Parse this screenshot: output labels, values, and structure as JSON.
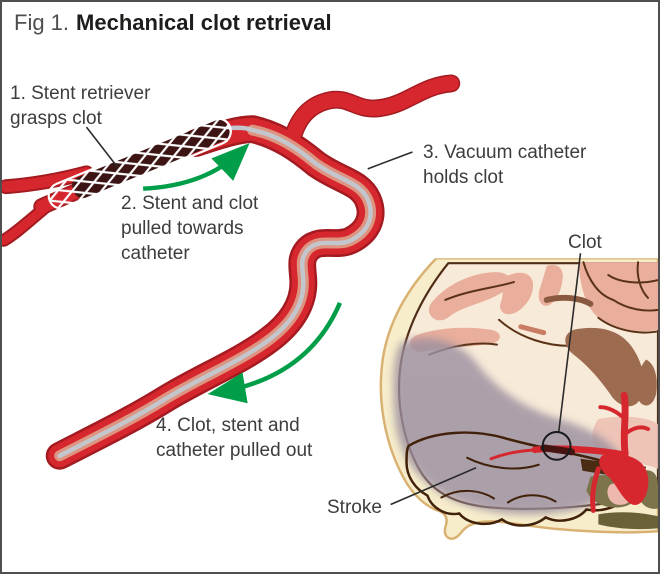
{
  "figure": {
    "label": "Fig 1.",
    "title": "Mechanical clot retrieval"
  },
  "steps": {
    "step1": "1. Stent retriever\ngrasps clot",
    "step2": "2. Stent and clot\npulled towards\ncatheter",
    "step3": "3. Vacuum catheter\nholds clot",
    "step4": "4. Clot, stent and\ncatheter pulled out"
  },
  "inset": {
    "clot_label": "Clot",
    "stroke_label": "Stroke"
  },
  "colors": {
    "artery_red": "#d7272e",
    "artery_dark": "#a31b20",
    "catheter_salmon": "#dd9480",
    "wire_gray": "#c3c7cd",
    "clot_dark": "#3b1413",
    "arrow_green": "#009e49",
    "skull_cream": "#f7edcb",
    "brain_tissue": "#f8ead8",
    "gyri_salmon": "#e9ae9c",
    "sulci_brown": "#5a3317",
    "stroke_purple": "#9b90a0",
    "text_dark": "#3d3d3d"
  }
}
